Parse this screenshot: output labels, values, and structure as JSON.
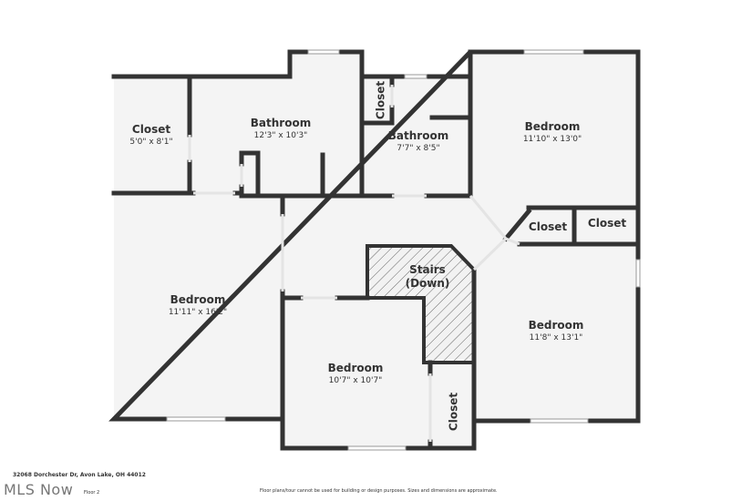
{
  "rooms": [
    {
      "name": "Closet",
      "dims": "5'0\" x 8'1\""
    },
    {
      "name": "Bathroom",
      "dims": "12'3\" x 10'3\""
    },
    {
      "name": "Closet",
      "dims": ""
    },
    {
      "name": "Bathroom",
      "dims": "7'7\" x 8'5\""
    },
    {
      "name": "Bedroom",
      "dims": "11'10\" x 13'0\""
    },
    {
      "name": "Closet",
      "dims": ""
    },
    {
      "name": "Closet",
      "dims": ""
    },
    {
      "name": "Bedroom",
      "dims": "11'11\" x 16'2\""
    },
    {
      "name": "Stairs",
      "dims": "(Down)"
    },
    {
      "name": "Bedroom",
      "dims": "11'8\" x 13'1\""
    },
    {
      "name": "Bedroom",
      "dims": "10'7\" x 10'7\""
    },
    {
      "name": "Closet",
      "dims": ""
    }
  ],
  "footer": {
    "address": "32068 Dorchester Dr, Avon Lake, OH 44012",
    "disclaimer": "Floor plans/tour cannot be used for building or design purposes. Sizes and dimensions are approximate.",
    "logo": "MLS Now",
    "badge": "Floor 2"
  }
}
